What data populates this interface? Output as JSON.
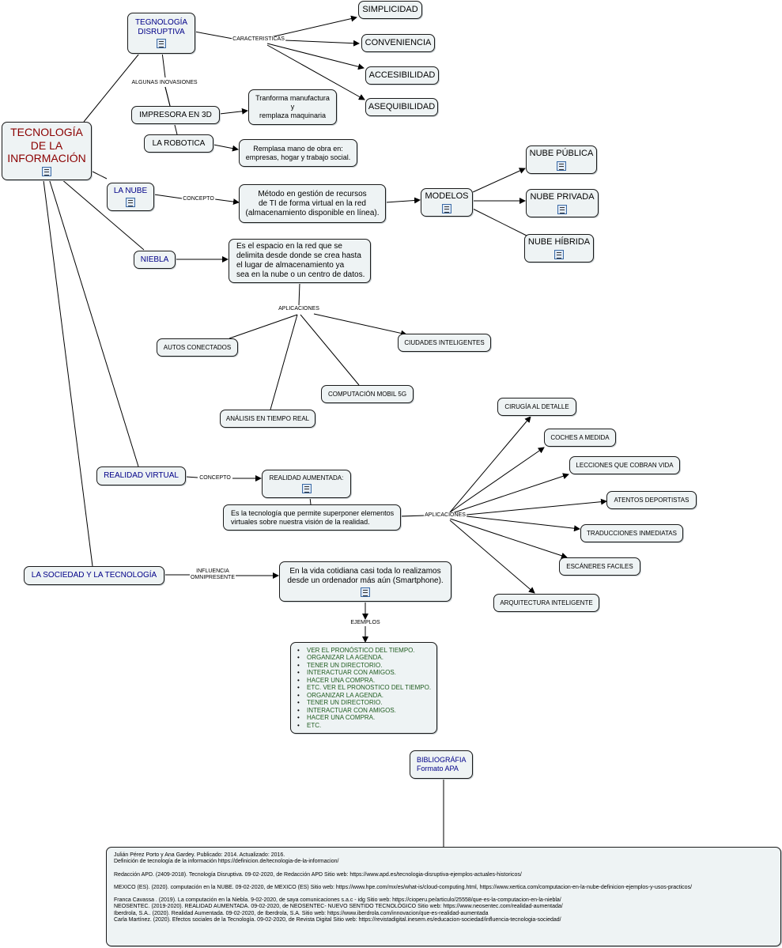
{
  "nodes": {
    "main": "TECNOLOGÍA DE LA INFORMACIÓN",
    "disruptive": "TEGNOLOGÍA DISRUPTIVA",
    "simplicidad": "SIMPLICIDAD",
    "conveniencia": "CONVENIENCIA",
    "accesibilidad": "ACCESIBILIDAD",
    "asequibilidad": "ASEQUIBILIDAD",
    "impresora": "IMPRESORA EN 3D",
    "impresora_desc": "Tranforma manufactura\ny\nremplaza maquinaria",
    "robotica": "LA ROBOTICA",
    "robotica_desc": "Remplasa mano de obra en:\nempresas, hogar y trabajo social.",
    "nube": "LA NUBE",
    "nube_desc": "Método en gestión de recursos\nde TI de forma virtual en la red\n(almacenamiento disponible en línea).",
    "modelos": "MODELOS",
    "nube_publica": "NUBE PÚBLICA",
    "nube_privada": "NUBE PRIVADA",
    "nube_hibrida": "NUBE HÍBRIDA",
    "niebla": "NIEBLA",
    "niebla_desc": "Es el espacio en la red que se\ndelimita desde donde se crea hasta\nel lugar de almacenamiento ya\nsea en la nube o un centro de datos.",
    "autos": "AUTOS CONECTADOS",
    "ciudades": "CIUDADES INTELIGENTES",
    "computacion": "COMPUTACIÓN MOBIL 5G",
    "analisis": "ANÁLISIS EN TIEMPO REAL",
    "realidad_virtual": "REALIDAD VIRTUAL",
    "realidad_aumentada": "REALIDAD AUMENTADA:",
    "ra_desc": "Es la tecnología que permite superponer elementos\nvirtuales sobre nuestra visión de la realidad.",
    "cirugia": "CIRUGÍA AL DETALLE",
    "coches": "COCHES A MEDIDA",
    "lecciones": "LECCIONES QUE COBRAN VIDA",
    "atentos": "ATENTOS DEPORTISTAS",
    "traducciones": "TRADUCCIONES INMEDIATAS",
    "escaneres": "ESCÁNERES FACILES",
    "arquitectura": "ARQUITECTURA INTELIGENTE",
    "sociedad": "LA SOCIEDAD Y LA TECNOLOGÍA",
    "sociedad_desc": "En la vida cotidiana casi toda lo realizamos\ndesde un ordenador más aún (Smartphone).",
    "biblio_title": "BIBLIOGRÁFIA",
    "biblio_sub": "Formato APA"
  },
  "link_labels": {
    "caracteristicas": "CARACTERISTICAS",
    "inovaciones": "ALGUNAS INOVASIONES",
    "concepto_nube": "CONCEPTO",
    "aplicaciones_niebla": "APLICACIONES",
    "concepto_rv": "CONCEPTO",
    "aplicaciones_ra": "APLICACIONES",
    "influencia": "INFLUENCIA\nOMNIPRESENTE",
    "ejemplos": "EJEMPLOS"
  },
  "examples": [
    "VER EL PRONÓSTICO DEL TIEMPO.",
    "ORGANIZAR LA AGENDA.",
    "TENER UN DIRECTORIO.",
    "INTERACTUAR CON AMIGOS.",
    "HACER UNA COMPRA.",
    "ETC. VER EL PRONOSTICO DEL TIEMPO.",
    "ORGANIZAR LA AGENDA.",
    "TENER UN DIRECTORIO.",
    "INTERACTUAR CON AMIGOS.",
    "HACER UNA COMPRA.",
    "ETC."
  ],
  "bibliography": [
    "Julián Pérez Porto y Ana Gardey. Publicado: 2014. Actualizado: 2016.",
    "Definición de tecnología de la información https://definicion.de/tecnologia-de-la-informacion/",
    "",
    "Redacción APD. (2409-2018). Tecnología Disruptiva. 09-02-2020, de Redacción APD Sitio web: https://www.apd.es/tecnologia-disruptiva-ejemplos-actuales-historicos/",
    "",
    "MEXICO (ES). (2020). computación en la NUBE. 09-02-2020, de MEXICO (ES) Sitio web: https://www.hpe.com/mx/es/what-is/cloud-computing.html, https://www.xertica.com/computacion-en-la-nube-definicion-ejemplos-y-usos-practicos/",
    "",
    "Franca Cavassa . (2019). La computación en la Niebla. 9-02-2020, de saya comunicaciones s.a.c - idg Sitio web: https://cioperu.pe/articulo/25558/que-es-la-computacion-en-la-niebla/",
    "NEOSENTEC. (2019-2020). REALIDAD AUMENTADA. 09-02-2020, de NEOSENTEC- NUEVO SENTIDO TECNOLÓGICO Sitio web: https://www.neosentec.com/realidad-aumentada/",
    "Iberdrola, S.A.. (2020). Realidad Aumentada. 09-02-2020, de Iberdrola, S.A. Sitio web: https://www.iberdrola.com/innovacion/que-es-realidad-aumentada",
    "Carla Martínez. (2020). Efectos sociales de la Tecnología. 09-02-2020, de Revista Digital Sitio web: https://revistadigital.inesem.es/educacion-sociedad/influencia-tecnologia-sociedad/"
  ]
}
